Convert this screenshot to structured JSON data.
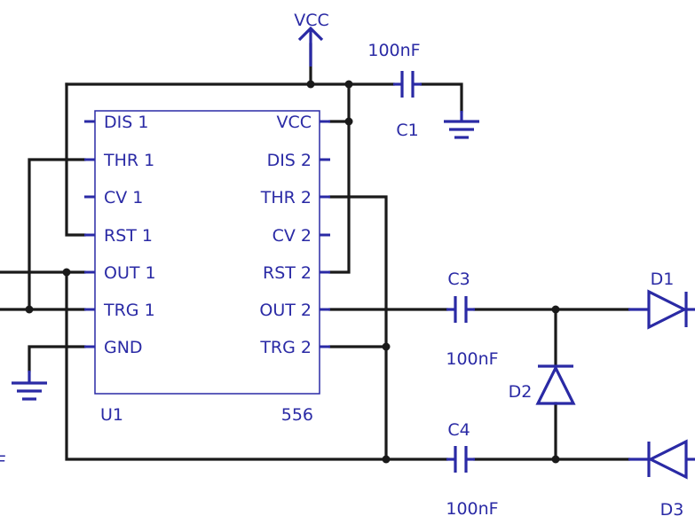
{
  "ic": {
    "ref": "U1",
    "value": "556",
    "left_pins": [
      "DIS 1",
      "THR 1",
      "CV 1",
      "RST 1",
      "OUT 1",
      "TRG 1",
      "GND"
    ],
    "right_pins": [
      "VCC",
      "DIS 2",
      "THR 2",
      "CV 2",
      "RST 2",
      "OUT 2",
      "TRG 2"
    ]
  },
  "power": {
    "vcc_label": "VCC"
  },
  "capacitors": {
    "c1": {
      "ref": "C1",
      "value": "100nF"
    },
    "c3": {
      "ref": "C3",
      "value": "100nF"
    },
    "c4": {
      "ref": "C4",
      "value": "100nF"
    },
    "partial_left": {
      "value_fragment": "F"
    }
  },
  "diodes": {
    "d1": {
      "ref": "D1"
    },
    "d2": {
      "ref": "D2"
    },
    "d3": {
      "ref": "D3"
    }
  },
  "colors": {
    "symbol": "#2a2aa5",
    "wire": "#1a1a1a"
  }
}
